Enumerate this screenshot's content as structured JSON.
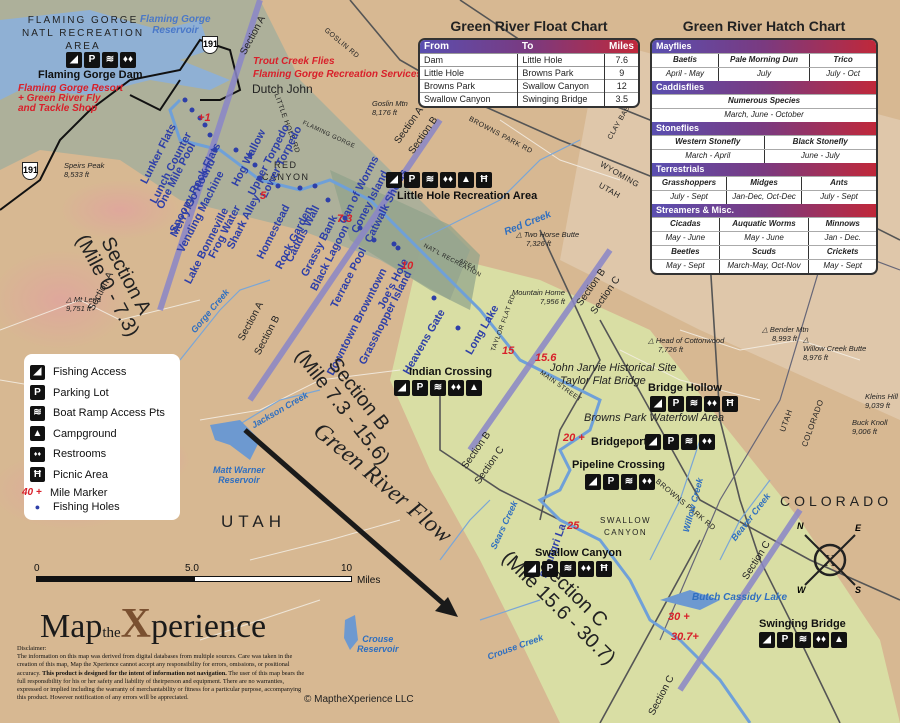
{
  "float_chart": {
    "title": "Green River Float Chart",
    "headers": [
      "From",
      "To",
      "Miles"
    ],
    "rows": [
      [
        "Dam",
        "Little Hole",
        "7.6"
      ],
      [
        "Little Hole",
        "Browns Park",
        "9"
      ],
      [
        "Browns Park",
        "Swallow Canyon",
        "12"
      ],
      [
        "Swallow Canyon",
        "Swinging Bridge",
        "3.5"
      ]
    ]
  },
  "hatch_chart": {
    "title": "Green River Hatch Chart",
    "categories": [
      {
        "name": "Mayflies",
        "rows": [
          [
            {
              "n": "Baetis",
              "d": "April - May"
            },
            {
              "n": "Pale Morning Dun",
              "d": "July"
            },
            {
              "n": "Trico",
              "d": "July - Oct"
            }
          ]
        ]
      },
      {
        "name": "Caddisflies",
        "rows": [
          [
            {
              "n": "Numerous Species",
              "d": "March,  June - October"
            }
          ]
        ]
      },
      {
        "name": "Stoneflies",
        "rows": [
          [
            {
              "n": "Western Stonefly",
              "d": "March - April"
            },
            {
              "n": "Black Stonefly",
              "d": "June - July"
            }
          ]
        ]
      },
      {
        "name": "Terrestrials",
        "rows": [
          [
            {
              "n": "Grasshoppers",
              "d": "July - Sept"
            },
            {
              "n": "Midges",
              "d": "Jan-Dec, Oct-Dec"
            },
            {
              "n": "Ants",
              "d": "July - Sept"
            }
          ]
        ]
      },
      {
        "name": "Streamers & Misc.",
        "rows": [
          [
            {
              "n": "Cicadas",
              "d": "May - June"
            },
            {
              "n": "Auquatic Worms",
              "d": "May - June"
            },
            {
              "n": "Minnows",
              "d": "Jan - Dec."
            }
          ],
          [
            {
              "n": "Beetles",
              "d": "May - Sept"
            },
            {
              "n": "Scuds",
              "d": "March-May, Oct-Nov"
            },
            {
              "n": "Crickets",
              "d": "May - Sept"
            }
          ]
        ]
      }
    ]
  },
  "legend": {
    "items": [
      {
        "icon": "fishing-access",
        "glyph": "◢",
        "label": "Fishing Access"
      },
      {
        "icon": "parking-lot",
        "glyph": "P",
        "label": "Parking Lot"
      },
      {
        "icon": "boat-ramp",
        "glyph": "≋",
        "label": "Boat Ramp Access Pts"
      },
      {
        "icon": "campground",
        "glyph": "▲",
        "label": "Campground"
      },
      {
        "icon": "restrooms",
        "glyph": "♦♦",
        "label": "Restrooms"
      },
      {
        "icon": "picnic-area",
        "glyph": "Ħ",
        "label": "Picnic Area"
      }
    ],
    "mile_marker_sample": "40 +",
    "mile_marker_label": "Mile Marker",
    "fishing_holes_label": "Fishing Holes"
  },
  "areas": {
    "natl_rec_area": [
      "FLAMING GORGE",
      "NATL RECREATION",
      "AREA"
    ],
    "red_canyon": [
      "RED",
      "CANYON"
    ],
    "swallow_canyon": [
      "SWALLOW",
      "CANYON"
    ],
    "utah": "UTAH",
    "colorado": "COLORADO",
    "natl_rec_small": "NAT'L RECREATION",
    "area_small": "AREA",
    "flaming_gorge_road": "FLAMING GORGE"
  },
  "water": {
    "reservoir": [
      "Flaming Gorge",
      "Reservoir"
    ],
    "red_creek": "Red Creek",
    "gorge_creek": "Gorge Creek",
    "jackson_creek": "Jackson Creek",
    "matt_warner": [
      "Matt Warner",
      "Reservoir"
    ],
    "sears_creek": "Sears Creek",
    "crouse_creek": "Crouse Creek",
    "crouse_reservoir": [
      "Crouse",
      "Reservoir"
    ],
    "willow_creek": "Willow Creek",
    "beaver_creek": "Beaver Creek",
    "butch_cassidy": "Butch Cassidy Lake"
  },
  "roads": {
    "goslin": "GOSLIN RD",
    "browns_park": "BROWNS PARK RD",
    "browns_park_2": "BROWNS PARK RD",
    "clay_basin": "CLAY BASIN RD",
    "little_hole": "LITTLE HOLE RD",
    "taylor_flat": "TAYLOR FLAT RD",
    "main_street": "MAIN STREET",
    "highway": "191",
    "wyoming": "WYOMING",
    "utah_border": "UTAH",
    "utah_co": "UTAH",
    "colorado_border": "COLORADO"
  },
  "peaks": {
    "goslin": [
      "Goslin Mtn",
      "8,176 ft"
    ],
    "speirs": [
      "Speirs Peak",
      "8,533 ft"
    ],
    "mt_lena": [
      "Mt Lena",
      "9,751 ft"
    ],
    "two_horse": [
      "Two Horse Butte",
      "7,326 ft"
    ],
    "mountain_home": [
      "Mountain Home",
      "7,956 ft"
    ],
    "head_cottonwood": [
      "Head of Cottonwood",
      "7,726 ft"
    ],
    "bender": [
      "Bender Mtn",
      "8,993 ft"
    ],
    "willow_butte": [
      "Willow Creek Butte",
      "8,976 ft"
    ],
    "kleins": [
      "Kleins Hill",
      "9,039 ft"
    ],
    "buck_knoll": [
      "Buck Knoll",
      "9,006 ft"
    ]
  },
  "places": {
    "dam": "Flaming Gorge Dam",
    "dutch_john": "Dutch John",
    "trout_creek": "Trout Creek Flies",
    "fg_rec": "Flaming Gorge Recreation Services",
    "fg_resort": [
      "Flaming Gorge Resort",
      "+ Green River Fly",
      "and Tackle Shop"
    ],
    "little_hole": "Little Hole Recreation Area",
    "indian_crossing": "Indian Crossing",
    "john_jarvie": "John Jarvie Historical Site",
    "taylor_flat": "Taylor Flat Bridge",
    "bridge_hollow": "Bridge Hollow",
    "waterfowl": "Browns Park Waterfowl Area",
    "bridgeport": "Bridgeport",
    "pipeline": "Pipeline Crossing",
    "swallow_canyon": "Swallow Canyon",
    "swinging_bridge": "Swinging Bridge"
  },
  "fishing_holes": [
    "Lunker Flats",
    "Lunch Counter",
    "One Mile Pool",
    "Snoopy Rock Flats",
    "Merry Go Round",
    "Vending Machine",
    "Lake Bonneville",
    "Frog Water",
    "Shark Alley",
    "Hog Wallow",
    "Upper Torpedo",
    "Lower Torpedo",
    "Homestead",
    "Rock Garden",
    "Caddis Wall",
    "Grassy Bank",
    "Black Lagoon",
    "Can of Worms",
    "Coney Island",
    "Catwalk Shoals",
    "Terrace Pool",
    "Downtown Browntown",
    "Grasshopper Island",
    "Joe's Hole",
    "Heavens Gate",
    "Long Lake",
    "Shangri La"
  ],
  "mile_markers": [
    "1",
    "5",
    "7.3",
    "10",
    "15",
    "15.6",
    "20",
    "25",
    "30",
    "30.7"
  ],
  "sections": {
    "a_label": "Section A",
    "b_label": "Section B",
    "c_label": "Section C",
    "a_big": [
      "Section A",
      "(Mile 0 - 7.3)"
    ],
    "b_big": [
      "Section B",
      "(Mile 7.3 - 15.6)"
    ],
    "c_big": [
      "Section C",
      "(Mile 15.6 - 30.7)"
    ]
  },
  "flow_label": "Green River Flow",
  "scale": {
    "ticks": [
      "0",
      "5.0",
      "10"
    ],
    "unit": "Miles"
  },
  "compass": {
    "n": "N",
    "e": "E",
    "s": "S",
    "w": "W",
    "center": "X"
  },
  "logo": {
    "pre": "Map",
    "the": "the",
    "x": "X",
    "post": "perience"
  },
  "disclaimer": {
    "title": "Disclaimer:",
    "body": "The information on this map was derived from digital databases from multiple sources. Care was taken in the creation of this map, Map the Xperience cannot accept any responsibility for errors, omissions, or positional accuracy.",
    "bold": "This product is designed for the intent of information not navigation.",
    "tail": "The user of this map bears the full responsibility for his or her safety and liability of theirperson and equipment. There are no warranties, expressed or implied including the warranty of merchantability or fitness for a particular purpose, accompanying this product.  However notification of any errors will be appreciated."
  },
  "copyright": "© MaptheXperience LLC",
  "colors": {
    "river": "#6fa0d8",
    "section_line": "#8a86c8",
    "hole": "#2e3fa8",
    "mile": "#d8202a",
    "valley": "#d8e2a8",
    "rec_area": "#9aa892"
  }
}
